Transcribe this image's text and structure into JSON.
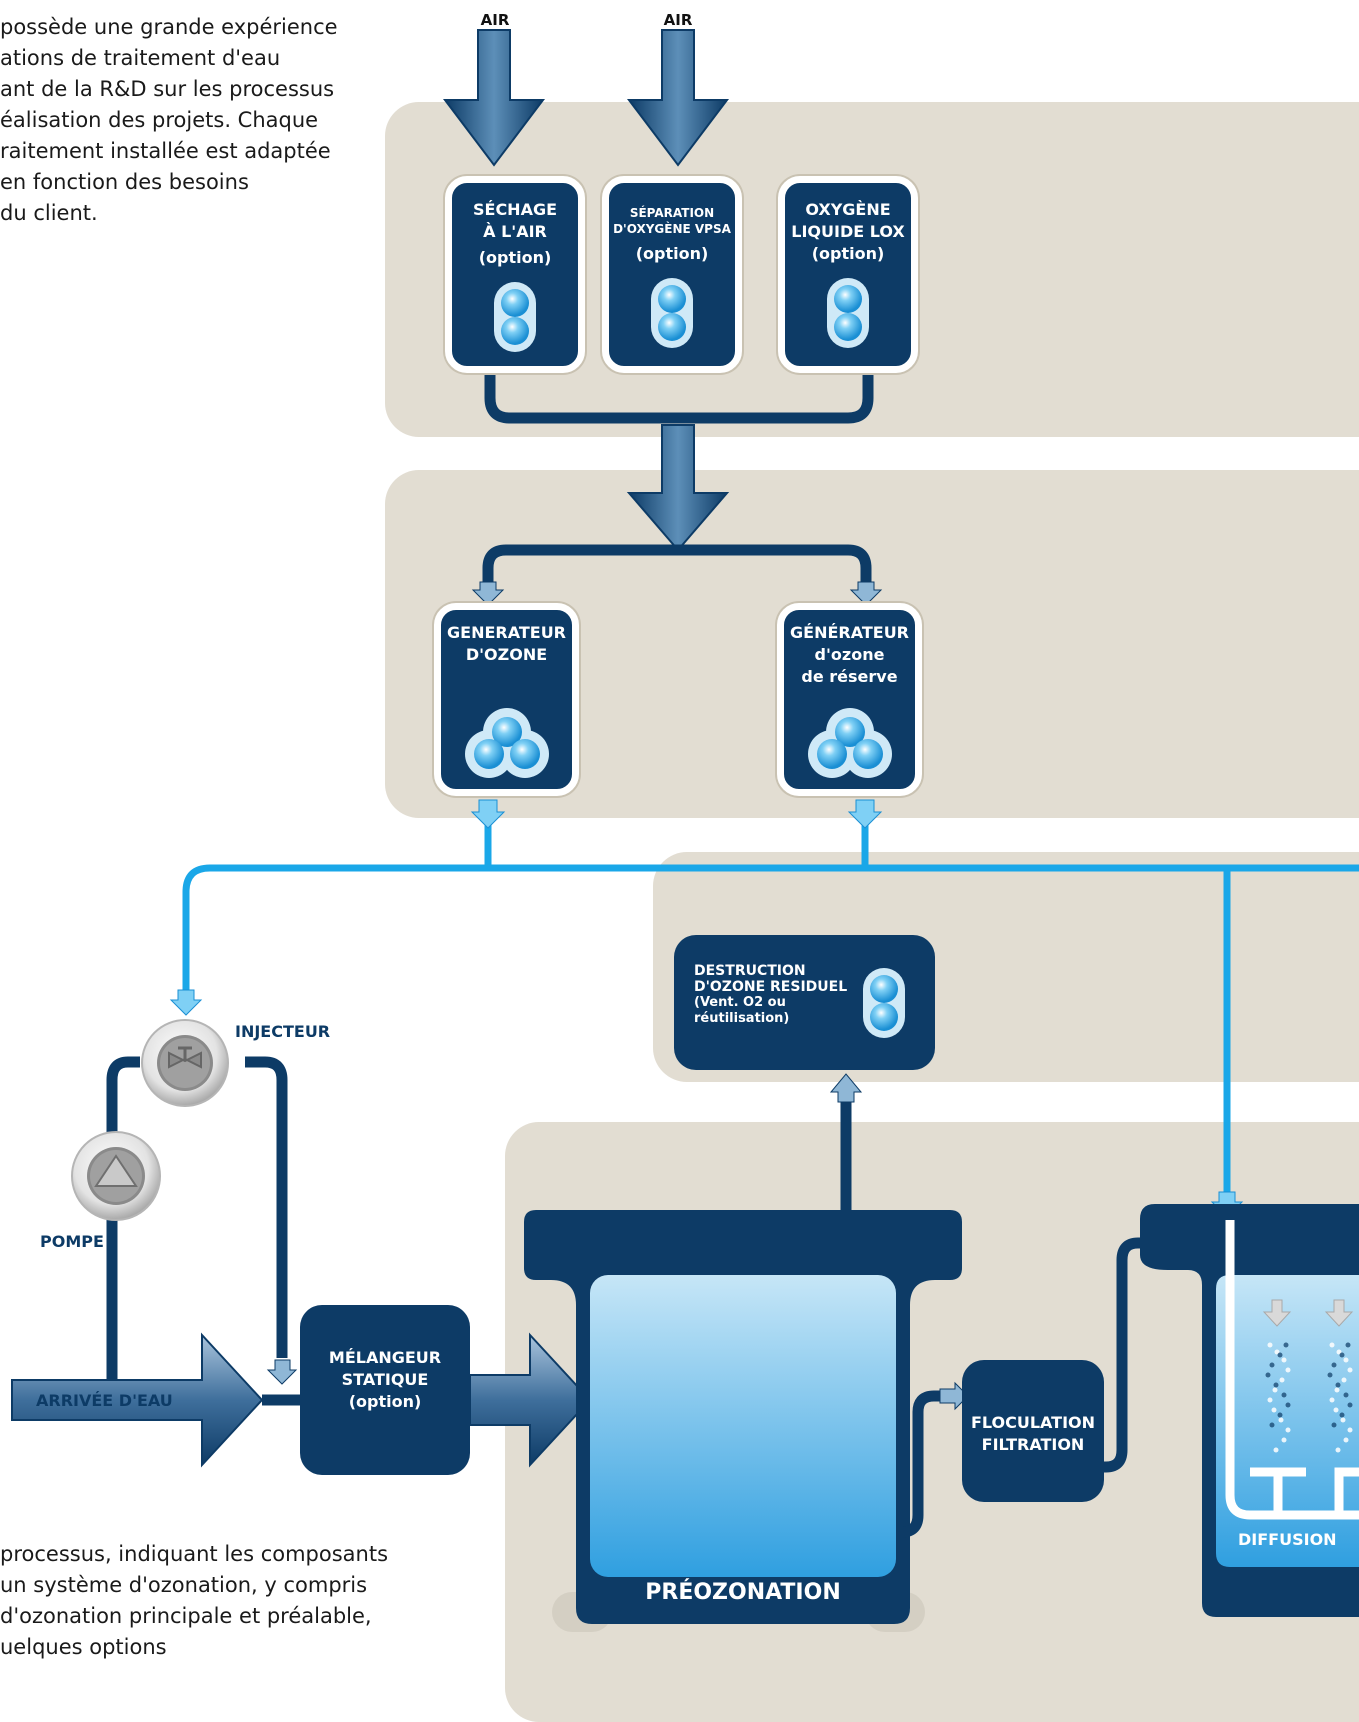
{
  "intro_text": [
    "possède  une grande expérience",
    "ations de traitement d'eau",
    "ant de la R&D sur les processus",
    "éalisation des projets. Chaque",
    "raitement installée est adaptée",
    " en fonction des besoins",
    " du client."
  ],
  "bottom_text": [
    " processus, indiquant les composants",
    "un système d'ozonation, y compris",
    "d'ozonation principale et préalable,",
    "uelques options"
  ],
  "inputs": {
    "air_left": "AIR",
    "air_right": "AIR"
  },
  "air_treatment": {
    "drying": {
      "line1": "SÉCHAGE",
      "line2": "À L'AIR",
      "option": "(option)"
    },
    "vpsa": {
      "line1": "SÉPARATION",
      "line2": "D'OXYGÈNE VPSA",
      "option": "(option)"
    },
    "lox": {
      "line1": "OXYGÈNE",
      "line2": "LIQUIDE LOX",
      "option": "(option)"
    }
  },
  "generators": {
    "main": {
      "line1": "GENERATEUR",
      "line2": "D'OZONE"
    },
    "reserve": {
      "line1": "GÉNÉRATEUR",
      "line2": "d'ozone",
      "line3": "de réserve"
    }
  },
  "destruction": {
    "line1": "DESTRUCTION",
    "line2": "D'OZONE RESIDUEL",
    "line3": "(Vent. O2 ou",
    "line4": "réutilisation)"
  },
  "injector_label": "INJECTEUR",
  "pump_label": "POMPE",
  "water_inlet_label": "ARRIVÉE D'EAU",
  "mixer": {
    "line1": "MÉLANGEUR",
    "line2": "STATIQUE",
    "option": "(option)"
  },
  "preozonation_label": "PRÉOZONATION",
  "flocculation": {
    "line1": "FLOCULATION",
    "line2": "FILTRATION"
  },
  "diffusion_label": "DIFFUSION",
  "colors": {
    "navy": "#0d3b66",
    "panel": "#e2ddd2",
    "ozone_line": "#1aa7e8",
    "tank_light": "#c6e6f7",
    "tank_dark": "#2f9fe0"
  }
}
